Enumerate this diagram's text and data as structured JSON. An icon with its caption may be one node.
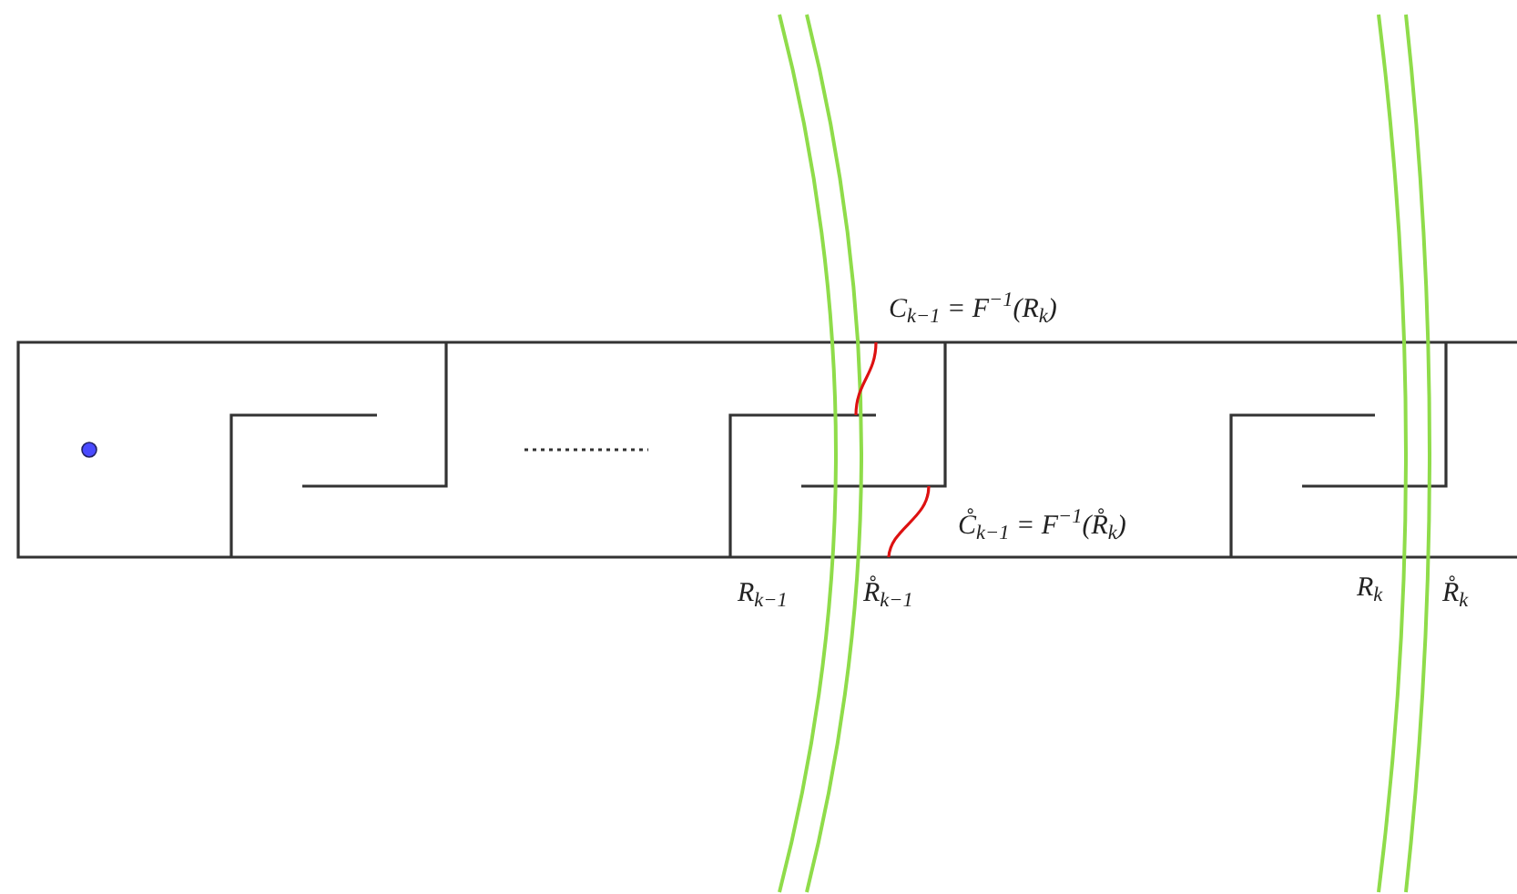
{
  "diagram": {
    "labels": [
      "C$_{k−1}$ = F$^{−1}$(R$_{k}$)",
      "C̊$_{k−1}$ = F$^{−1}$(R̊$_{k}$)",
      "R$_{k−1}$",
      "R̊$_{k−1}$",
      "R$_{k}$",
      "R̊$_{k}$"
    ]
  }
}
